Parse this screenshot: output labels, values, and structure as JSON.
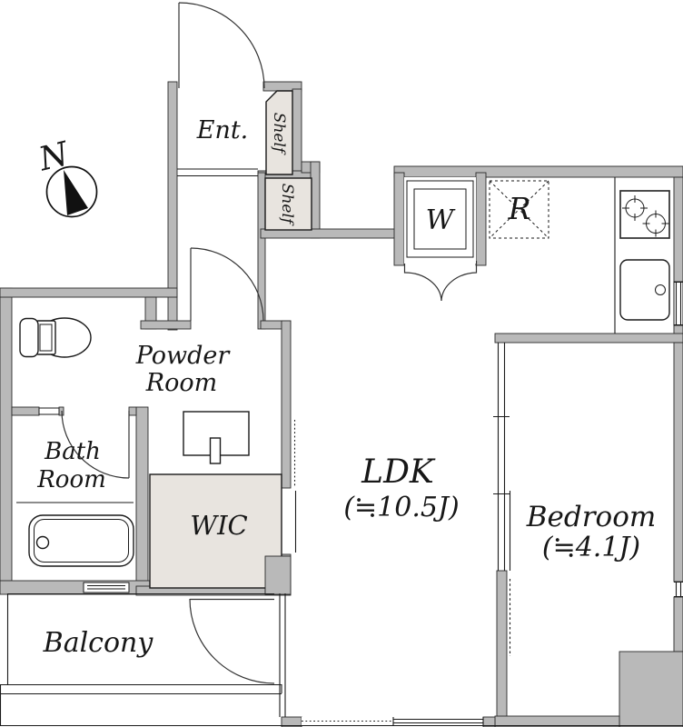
{
  "title": "1LDK apartment floor plan",
  "compass": {
    "north_label": "N"
  },
  "rooms": {
    "entrance": {
      "label": "Ent."
    },
    "shelf_upper": {
      "label": "Shelf"
    },
    "shelf_lower": {
      "label": "Shelf"
    },
    "washer": {
      "label": "W"
    },
    "refrigerator": {
      "label": "R"
    },
    "powder_room": {
      "line1": "Powder",
      "line2": "Room"
    },
    "bath_room": {
      "line1": "Bath",
      "line2": "Room"
    },
    "wic": {
      "label": "WIC"
    },
    "ldk": {
      "label": "LDK",
      "size": "(≒10.5J)"
    },
    "bedroom": {
      "label": "Bedroom",
      "size": "(≒4.1J)"
    },
    "balcony": {
      "label": "Balcony"
    }
  },
  "colors": {
    "wall": "#b9b9b9",
    "storage_fill": "#e8e4df",
    "line": "#1a1a1a",
    "background": "#ffffff"
  }
}
